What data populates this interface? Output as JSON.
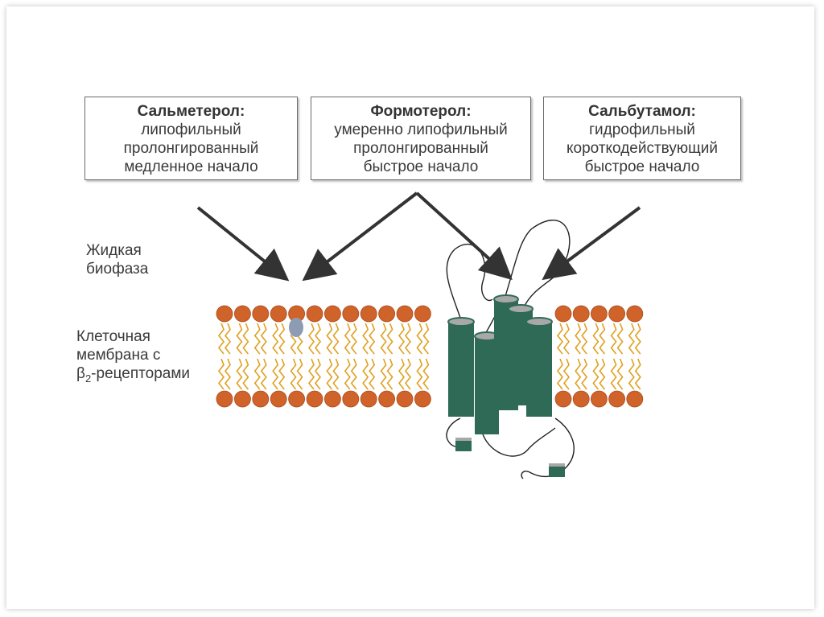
{
  "drugs": {
    "salmeterol": {
      "name": "Сальметерол:",
      "line1": "липофильный",
      "line2": "пролонгированный",
      "line3": "медленное начало"
    },
    "formoterol": {
      "name": "Формотерол:",
      "line1": "умеренно липофильный",
      "line2": "пролонгированный",
      "line3": "быстрое начало"
    },
    "salbutamol": {
      "name": "Сальбутамол:",
      "line1": "гидрофильный",
      "line2": "короткодействующий",
      "line3": "быстрое начало"
    }
  },
  "labels": {
    "biophase_line1": "Жидкая",
    "biophase_line2": "биофаза",
    "membrane_line1": "Клеточная",
    "membrane_line2": "мембрана с",
    "membrane_line3_prefix": "β",
    "membrane_line3_sub": "2",
    "membrane_line3_suffix": "-рецепторами"
  },
  "colors": {
    "lipid_head": "#d0632a",
    "lipid_tail": "#e0a020",
    "receptor": "#2e6a55",
    "receptor_top": "#a8a8a8",
    "arrow": "#333333",
    "molecule": "#8d9bb3"
  }
}
